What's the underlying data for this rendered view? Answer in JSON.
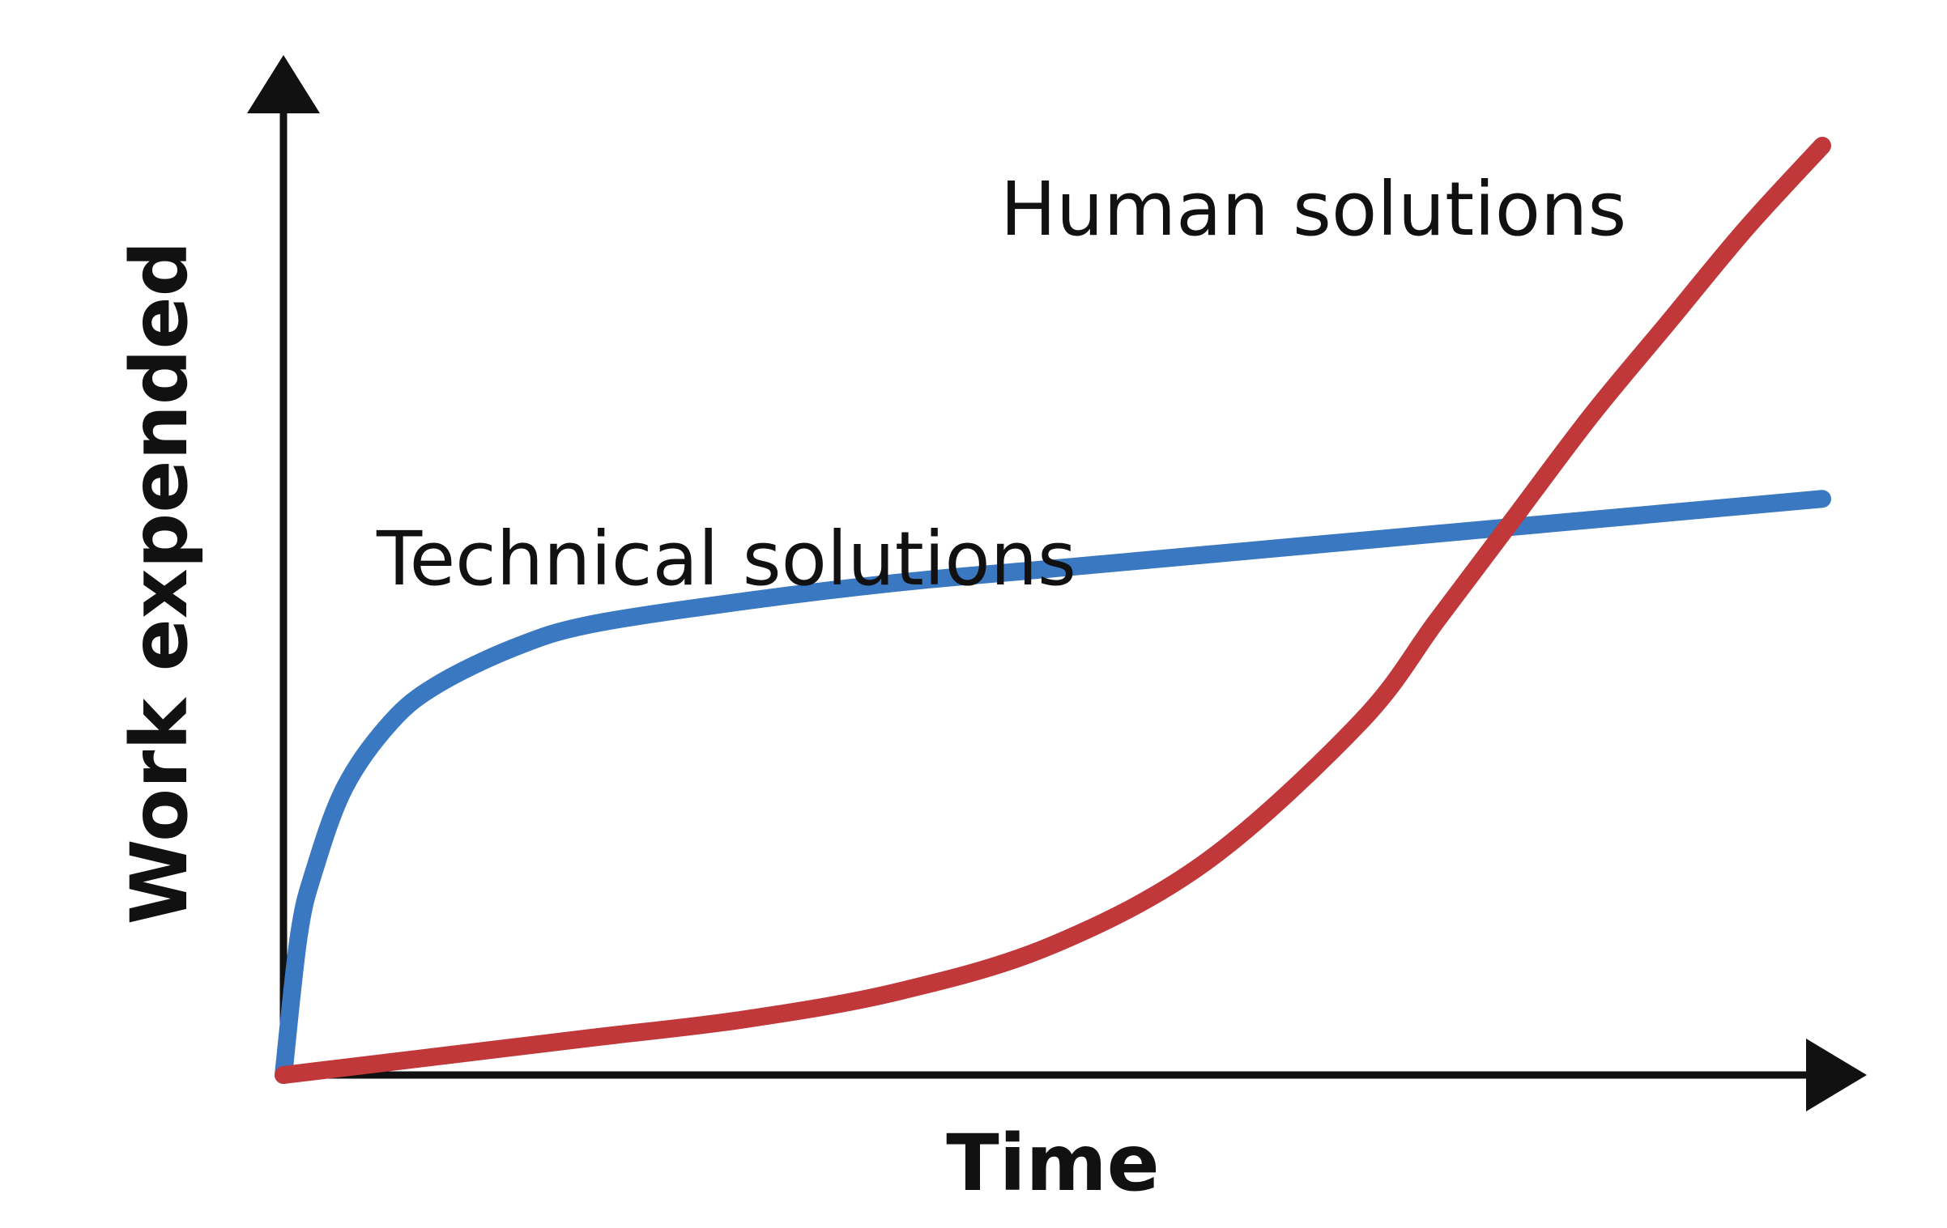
{
  "chart_data": {
    "type": "line",
    "xlabel": "Time",
    "ylabel": "Work expended",
    "xlim": [
      0,
      10
    ],
    "ylim": [
      0,
      10
    ],
    "grid": false,
    "series": [
      {
        "name": "Technical solutions",
        "color": "#3a78c2",
        "x": [
          0,
          0.1,
          0.2,
          0.4,
          0.7,
          1.0,
          1.5,
          2.0,
          3.0,
          4.0,
          5.0,
          6.0,
          7.0,
          8.0,
          9.0,
          10.0
        ],
        "y": [
          0,
          1.5,
          2.2,
          3.1,
          3.8,
          4.2,
          4.6,
          4.85,
          5.1,
          5.3,
          5.45,
          5.6,
          5.75,
          5.9,
          6.05,
          6.2
        ]
      },
      {
        "name": "Human solutions",
        "color": "#c0383a",
        "x": [
          0,
          1,
          2,
          3,
          4,
          5,
          6,
          7,
          7.5,
          8,
          8.5,
          9,
          9.5,
          10
        ],
        "y": [
          0,
          0.2,
          0.4,
          0.6,
          0.9,
          1.4,
          2.3,
          3.8,
          4.9,
          6.0,
          7.1,
          8.1,
          9.1,
          10.0
        ]
      }
    ]
  }
}
